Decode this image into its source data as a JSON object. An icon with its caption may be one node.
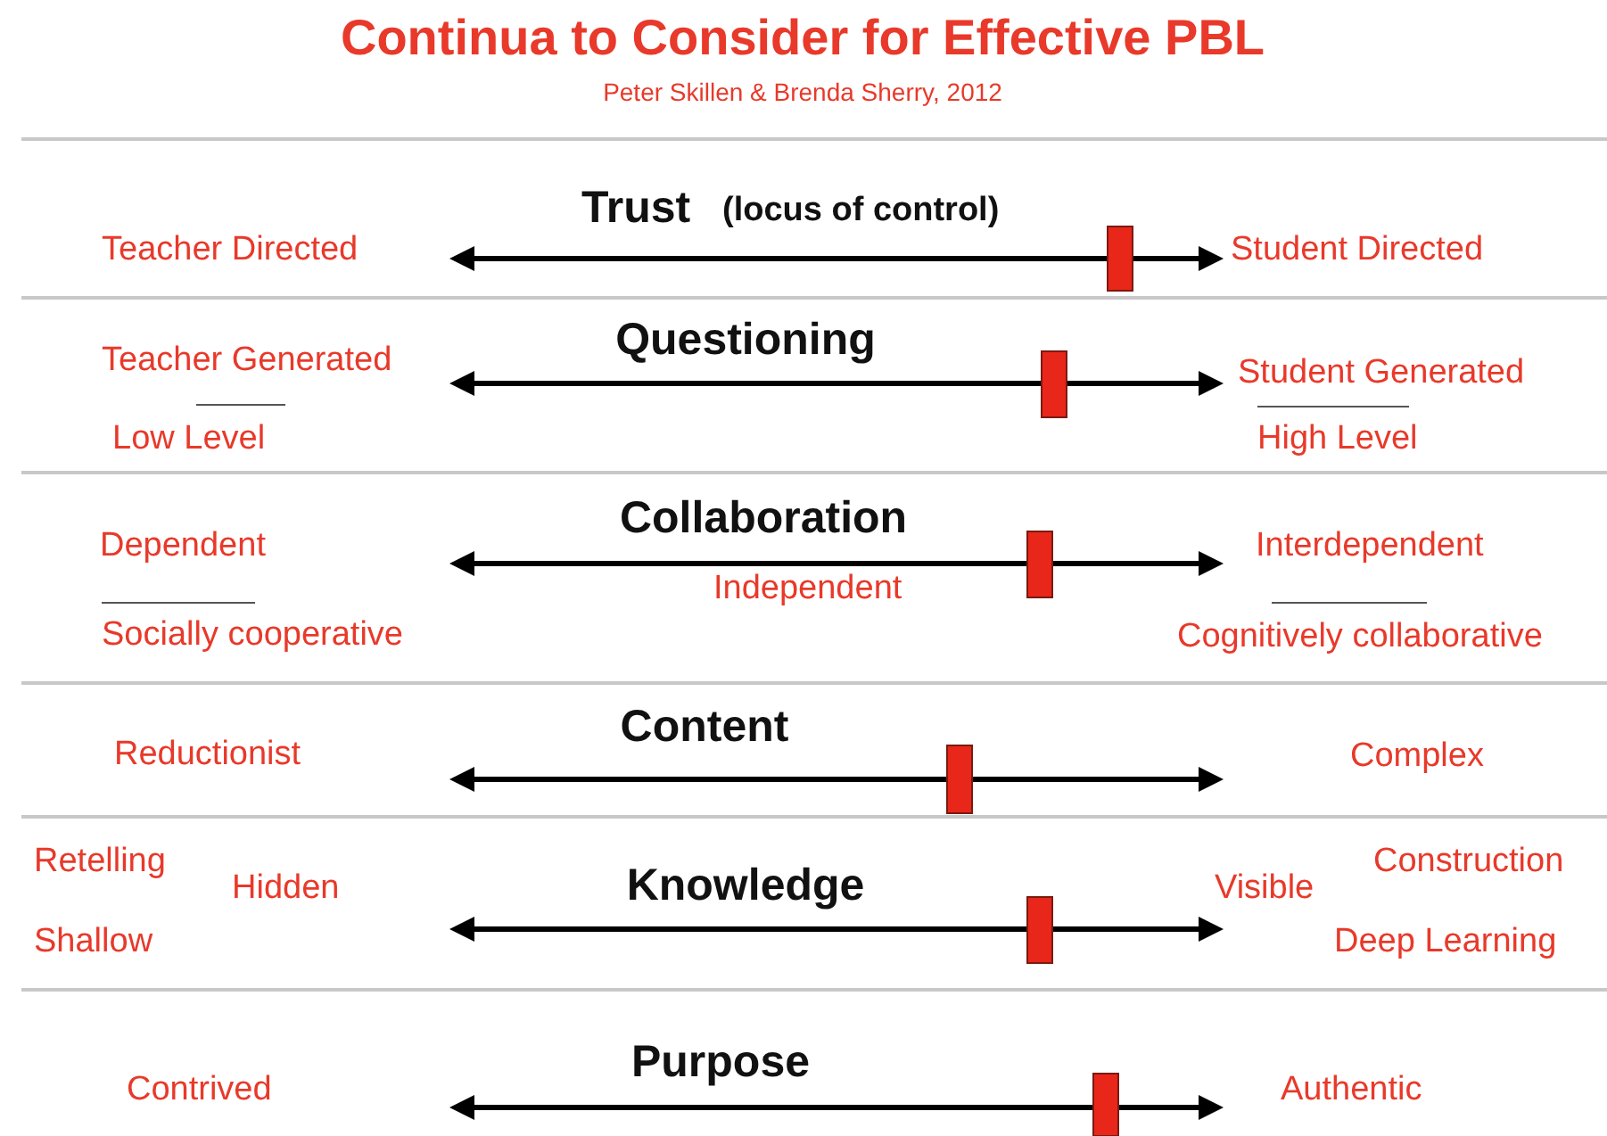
{
  "diagram": {
    "title": "Continua to Consider for Effective PBL",
    "caption": "Peter Skillen & Brenda Sherry, 2012",
    "labels": [
      "Trust",
      "(locus of control)",
      "Teacher Directed",
      "Student Directed",
      "Questioning",
      "Teacher Generated",
      "Low Level",
      "Student Generated",
      "High Level",
      "Collaboration",
      "Dependent",
      "Socially cooperative",
      "Independent",
      "Interdependent",
      "Cognitively collaborative",
      "Content",
      "Reductionist",
      "Complex",
      "Knowledge",
      "Retelling",
      "Shallow",
      "Hidden",
      "Visible",
      "Construction",
      "Deep Learning",
      "Purpose",
      "Contrived",
      "Authentic"
    ]
  }
}
